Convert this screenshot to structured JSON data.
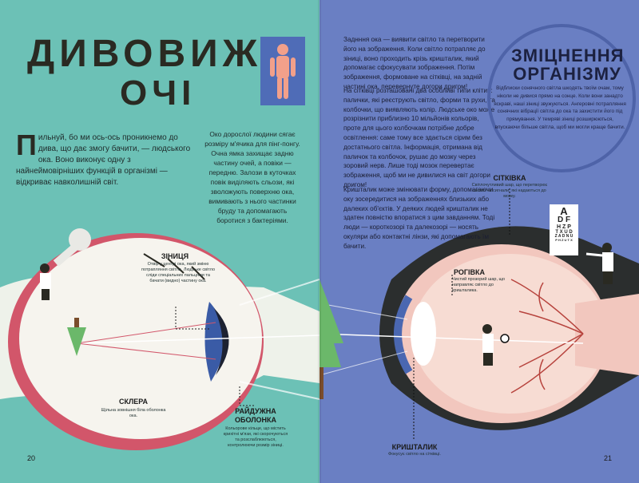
{
  "left_page": {
    "title_line1": "ДИВОВИЖНІ",
    "title_line2": "ОЧІ",
    "intro_dropcap": "П",
    "intro": "ильнуй, бо ми ось-ось проникнемо до дива, що дає змогу бачити, — людського ока. Воно виконує одну з найнеймовірніших функцій в організмі — відкриває навколишній світ.",
    "column2": "Око дорослої людини сягає розміру м'ячика для пінг-понгу. Очна ямка захищає задню частину очей, а повіки — передню. Залози в куточках повік виділяють сльози, які зволожують поверхню ока, вимивають з нього частинки бруду та допомагають боротися з бактеріями.",
    "label_pupil": "ЗІНИЦЯ",
    "note_pupil": "Отвір у центрі ока, який зміню потрапляння світла. Людське світло сліди спеціальних пальцями та бачати (видно) частину ока.",
    "label_sclera": "СКЛЕРА",
    "note_sclera": "Щільна зовнішня біла оболонка ока.",
    "label_iris": "РАЙДУЖНА ОБОЛОНКА",
    "note_iris": "Кольорове кільце, що містить крихітні м'язи, які скорочуються та розслаблюються, контролюючи розмір зіниці.",
    "page_number": "20"
  },
  "right_page": {
    "para1": "Заднння ока — виявити світло та перетворити його на зображення. Коли світло потрапляє до зіниці, воно проходить крізь кришталик, який допомагає сфокусувати зображення. Потім зображення, формоване на сітківці, на задній частині ока, перевернуте догори дригом!",
    "para2": "На сітківці розташовані два особливі типи клітин: палички, які реєструють світло, форми та рухи, та колбочки, що виявляють колір. Людське око може розрізнити приблизно 10 мільйонів кольорів, проте для цього колбочкам потрібне добре освітлення: саме тому все здається сірим без достатнього світла. Інформація, отримана від паличок та колбочок, рушає до мозку через зоровий нерв. Лише тоді мозок перевертає зображення, щоб ми не дивилися на світ догори дригом!",
    "para3": "Кришталик може змінювати форму, допомагаючи оку зосередитися на зображеннях близьких або далеких об'єктів. У деяких людей кришталик не здатен повністю впоратися з цим завданням. Тоді люди — короткозорі та далекозорі — носять окуляри або контактні лінзи, які допомагають їм бачити.",
    "circle_title_line1": "ЗМІЦНЕННЯ",
    "circle_title_line2": "ОРГАНІЗМУ",
    "circle_text": "Відблиски сонячного світла шкодять твоїм очам, тому ніколи не дивися прямо на сонце. Коли вони занадто яскраві, наші зіниці звужуються. Ангеровні потрапляння сонячних вібрації світла до ока та захистити його під прямування. У темряві зіниці розширюються, впускаючи більше світла, щоб ми могли краще бачити.",
    "label_retina": "СІТКІВКА",
    "note_retina": "Світлочутливий шар, що перетворює світло на сигнали, які надаються до мозку.",
    "label_cornea": "РОГІВКА",
    "note_cornea": "Чистий прозорий шар, що направляє світло до кришталика.",
    "label_lens": "КРИШТАЛИК",
    "note_lens": "Фокусує світло на сітківці.",
    "eye_chart": [
      "A",
      "D F",
      "H Z P",
      "T X U D",
      "Z A D N U",
      "P H Z U T X"
    ],
    "page_number": "21"
  },
  "colors": {
    "left_background": "#6cc1b6",
    "right_background": "#6a7fc3",
    "sclera_red": "#d2566a",
    "iris_blue": "#3a5ba6",
    "tree_green": "#6bb86a",
    "eye_shell": "#2b2e2e"
  }
}
